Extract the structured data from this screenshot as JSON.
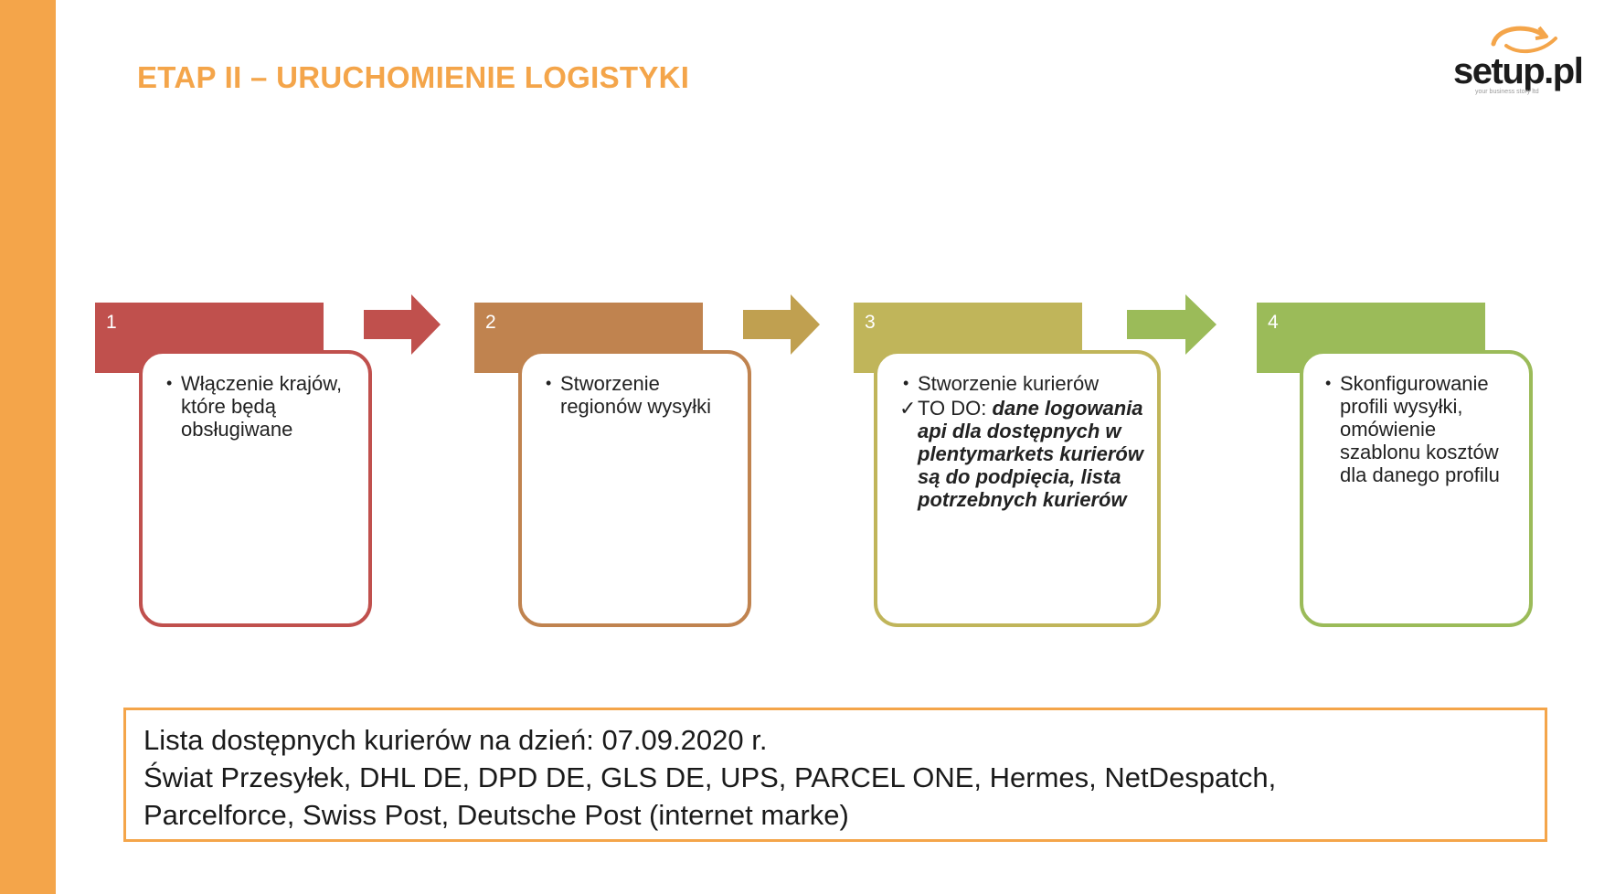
{
  "title": "ETAP II – URUCHOMIENIE LOGISTYKI",
  "logo": {
    "name": "setup.pl",
    "tagline": "your business story ltd"
  },
  "colors": {
    "accent": "#F4A54A",
    "step1": "#C0504D",
    "step2": "#C0834F",
    "step3": "#C0B55A",
    "step4": "#9BBB59"
  },
  "steps": [
    {
      "number": "1",
      "bullets": [
        "Włączenie krajów, które będą obsługiwane"
      ]
    },
    {
      "number": "2",
      "bullets": [
        "Stworzenie regionów wysyłki"
      ]
    },
    {
      "number": "3",
      "bullets": [
        "Stworzenie kurierów"
      ],
      "todo_label": "TO DO:",
      "todo_text": "dane logowania api dla dostępnych w plentymarkets kurierów są do podpięcia, lista potrzebnych kurierów",
      "todo_mark": "✓"
    },
    {
      "number": "4",
      "bullets": [
        "Skonfigurowanie profili wysyłki, omówienie szablonu kosztów dla danego profilu"
      ]
    }
  ],
  "info": {
    "line1": "Lista dostępnych kurierów na dzień: 07.09.2020 r.",
    "line2": "Świat Przesyłek, DHL DE, DPD DE, GLS DE, UPS, PARCEL ONE, Hermes, NetDespatch,",
    "line3": "Parcelforce, Swiss Post, Deutsche Post (internet marke)"
  }
}
